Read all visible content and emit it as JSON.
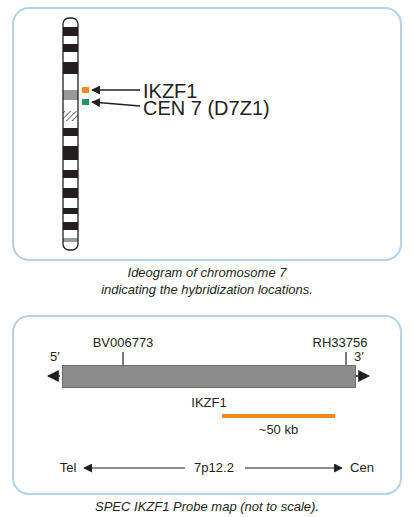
{
  "diagram": {
    "caption": "SPEC IKZF1 Probe map (not to scale).",
    "nodes": [
      {
        "text": [
          "IKZF1"
        ]
      },
      {
        "text": [
          "~50 kb"
        ]
      }
    ],
    "labels": [
      "Ideogram of chromosome 7 indicating the hybridization locations.",
      "IKZF1",
      "CEN 7 (D7Z1)",
      "BV006773",
      "RH33756",
      "5′",
      "3′",
      "Tel",
      "7p12.2",
      "Cen"
    ]
  }
}
